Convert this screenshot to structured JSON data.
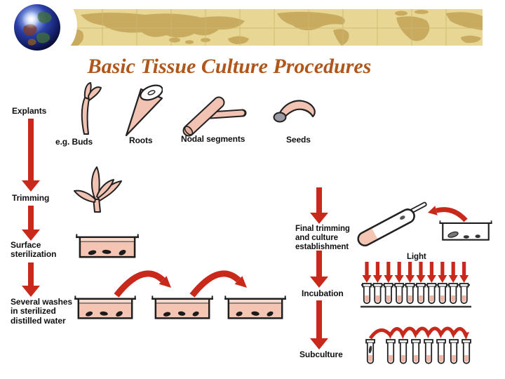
{
  "title": "Basic Tissue Culture Procedures",
  "left_flow": {
    "explants": "Explants",
    "trimming": "Trimming",
    "surface_sterilization": "Surface\nsterilization",
    "washes": "Several washes\nin sterilized\ndistilled water"
  },
  "explant_types": [
    {
      "label": "e.g. Buds",
      "icon": "bud-icon"
    },
    {
      "label": "Roots",
      "icon": "root-icon"
    },
    {
      "label": "Nodal segments",
      "icon": "nodal-segment-icon"
    },
    {
      "label": "Seeds",
      "icon": "seed-icon"
    }
  ],
  "right_flow": {
    "final_trimming": "Final trimming\nand culture\nestablishment",
    "incubation": "Incubation",
    "subculture": "Subculture"
  },
  "labels": {
    "light": "Light"
  },
  "counts": {
    "incubation_light_arrows": 10,
    "incubation_tubes": 10,
    "subculture_tubes": 8,
    "wash_dishes": 3
  },
  "colors": {
    "title_text": "#b0561b",
    "arrow_red": "#c8291b",
    "tissue_pink": "#f5c5b4",
    "banner_background": "#e7d694",
    "banner_continents": "#c8ab5f"
  }
}
